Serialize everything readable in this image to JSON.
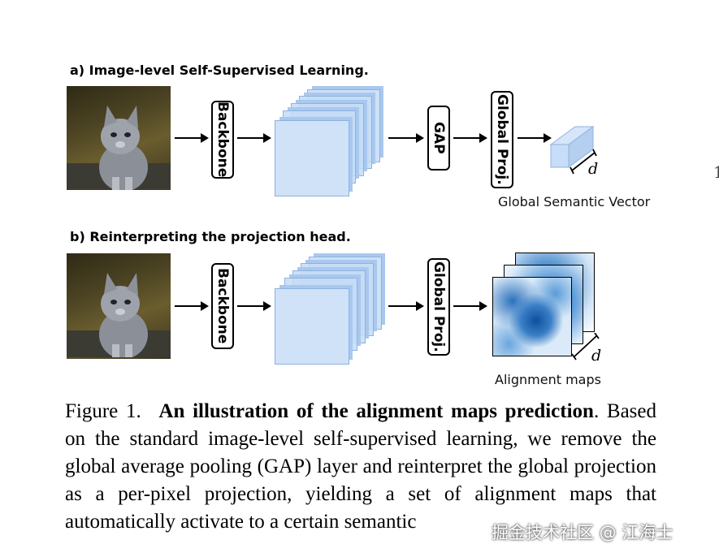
{
  "panel_a": {
    "title": "a) Image-level Self-Supervised Learning.",
    "backbone_label": "Backbone",
    "gap_label": "GAP",
    "proj_label": "Global Proj.",
    "output_label": "Global Semantic Vector",
    "dim_label": "d"
  },
  "panel_b": {
    "title": "b) Reinterpreting the projection head.",
    "backbone_label": "Backbone",
    "proj_label": "Global Proj.",
    "output_label": "Alignment maps",
    "dim_label": "d"
  },
  "caption": {
    "figure_number": "Figure 1.",
    "bold_title": "An illustration of the alignment maps prediction",
    "body": ". Based on the standard image-level self-supervised learning, we remove the global average pooling (GAP) layer and reinterpret the global projection as a per-pixel projection, yielding a set of alignment maps that automatically activate to a certain semantic"
  },
  "watermark": "掘金技术社区 @ 江海士",
  "edge_glyph": "1"
}
